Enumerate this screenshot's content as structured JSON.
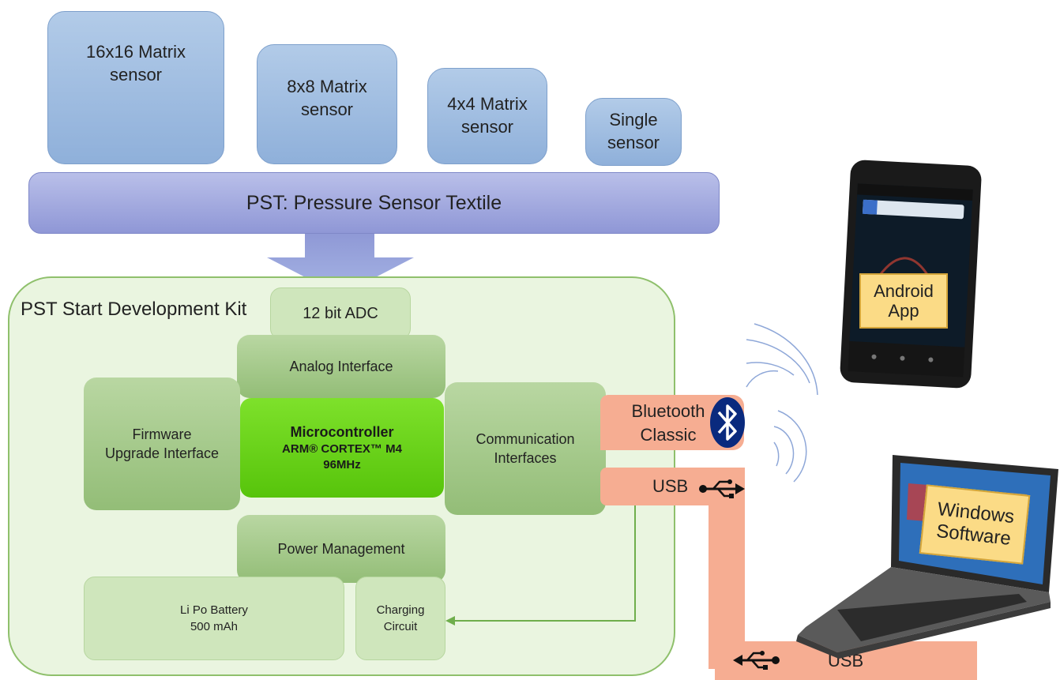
{
  "sensors": [
    "16x16 Matrix\nsensor",
    "8x8 Matrix\nsensor",
    "4x4 Matrix\nsensor",
    "Single\nsensor"
  ],
  "pst_bar": "PST: Pressure Sensor Textile",
  "kit_title": "PST Start Development Kit",
  "adc": "12 bit ADC",
  "analog": "Analog Interface",
  "firmware": "Firmware\nUpgrade Interface",
  "mcu": {
    "title": "Microcontroller",
    "line2": "ARM® CORTEX™ M4",
    "line3": "96MHz"
  },
  "comm": "Communication\nInterfaces",
  "power": "Power Management",
  "battery": "Li Po Battery\n500 mAh",
  "charging": "Charging\nCircuit",
  "bluetooth": "Bluetooth\nClassic",
  "usb_top": "USB",
  "usb_bottom": "USB",
  "android": "Android\nApp",
  "windows": "Windows\nSoftware",
  "icons": [
    "bluetooth-icon",
    "usb-icon",
    "smartphone-icon",
    "laptop-icon",
    "wireless-signal-icon"
  ],
  "colors": {
    "sensor_blue": "#9dbbe0",
    "kit_green": "#eaf5e0",
    "mcu_green": "#66cc14",
    "usb_orange": "#f6ad92",
    "label_yellow": "#fbdb86"
  }
}
